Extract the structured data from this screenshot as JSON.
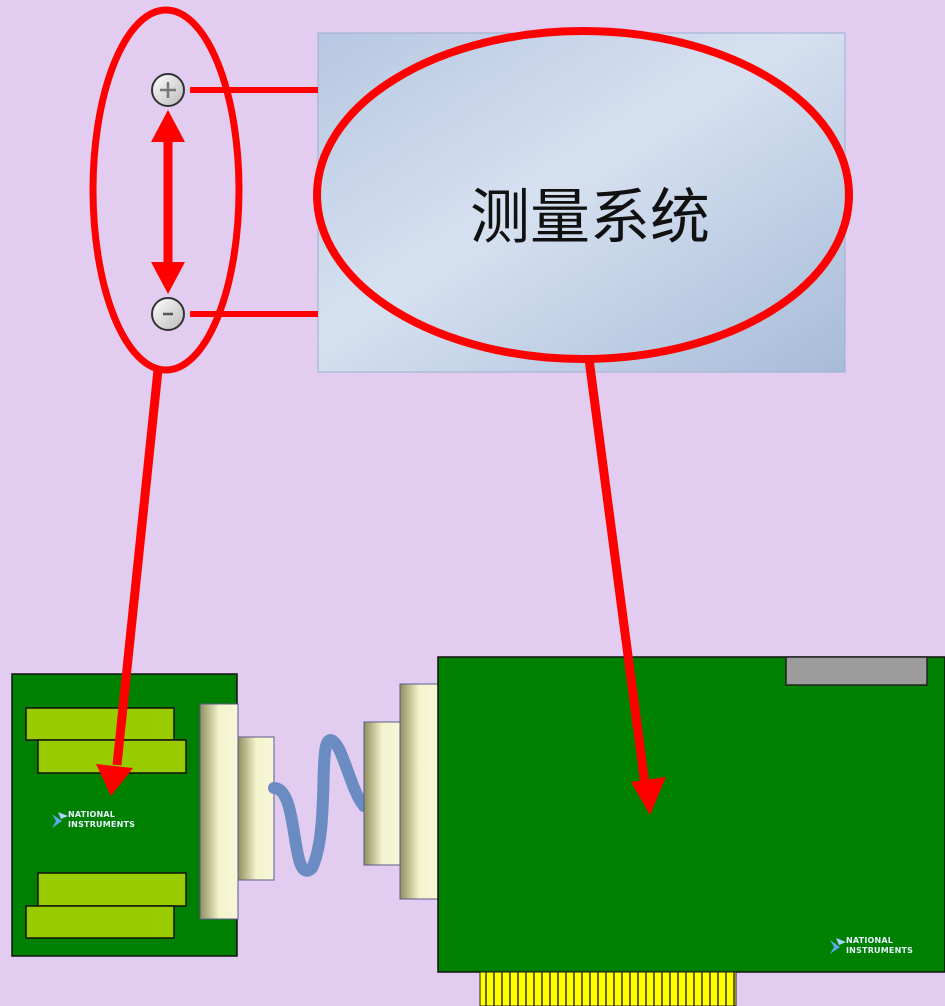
{
  "system_box": {
    "label": "测量系统"
  },
  "terminals": {
    "positive_symbol": "+",
    "negative_symbol": "-"
  },
  "logos": {
    "left_board": "NATIONAL INSTRUMENTS",
    "right_board": "NATIONAL INSTRUMENTS"
  },
  "colors": {
    "background": "#E2CDF0",
    "highlight_red": "#FF0000",
    "board_green": "#008000",
    "slot_lime": "#99CC00",
    "cable_blue": "#6B8CC2"
  },
  "icons": {
    "positive": "plus-circle-icon",
    "negative": "minus-circle-icon",
    "logo": "ni-eagle-logo-icon"
  }
}
